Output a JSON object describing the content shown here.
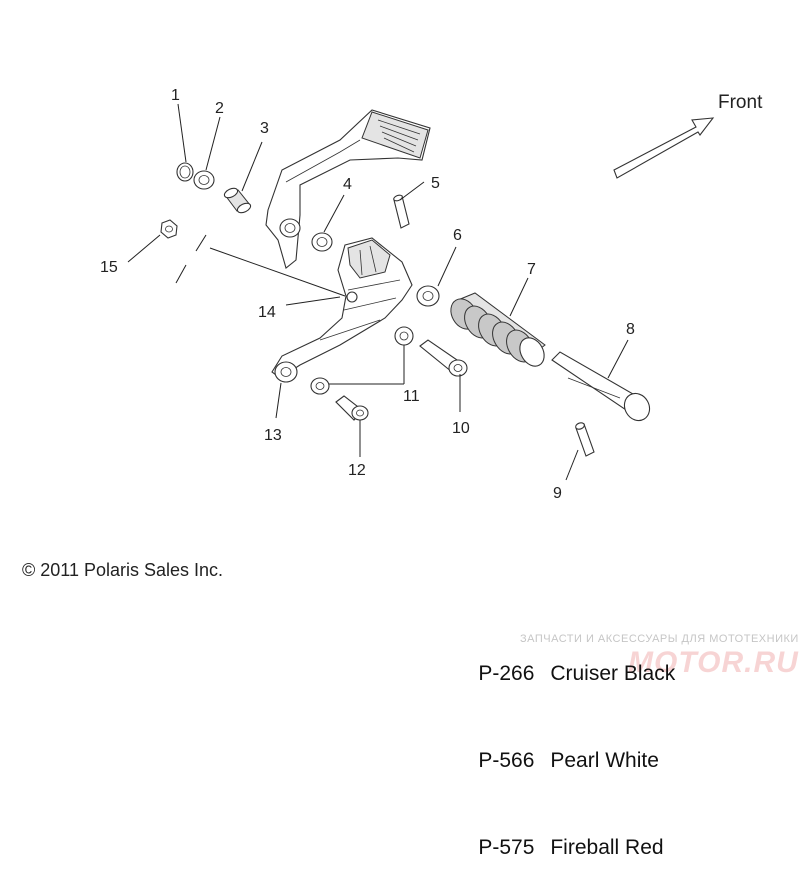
{
  "front_label": "Front",
  "callouts": [
    "1",
    "2",
    "3",
    "4",
    "5",
    "6",
    "7",
    "8",
    "9",
    "10",
    "11",
    "12",
    "13",
    "14",
    "15"
  ],
  "copyright": "© 2011 Polaris Sales Inc.",
  "colors": [
    {
      "code": "P-266",
      "name": "Cruiser Black"
    },
    {
      "code": "P-566",
      "name": "Pearl White"
    },
    {
      "code": "P-575",
      "name": "Fireball Red"
    }
  ],
  "watermark": {
    "text": "ЗАПЧАСТИ И АКСЕССУАРЫ ДЛЯ МОТОТЕХНИКИ",
    "logo": "MOTOR.RU"
  }
}
